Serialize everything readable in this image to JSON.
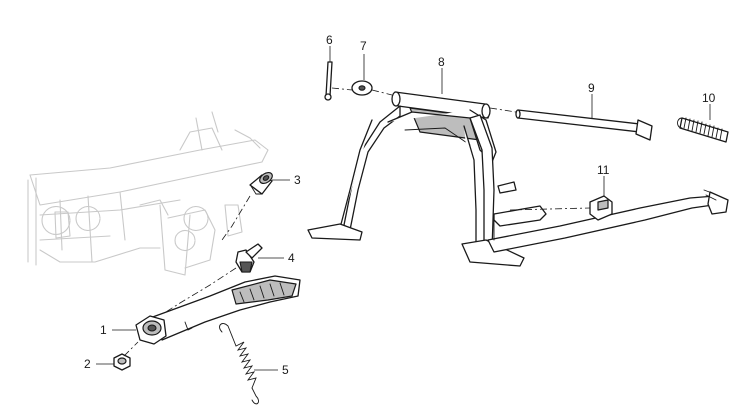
{
  "callouts": [
    {
      "id": "1",
      "label": "1"
    },
    {
      "id": "2",
      "label": "2"
    },
    {
      "id": "3",
      "label": "3"
    },
    {
      "id": "4",
      "label": "4"
    },
    {
      "id": "5",
      "label": "5"
    },
    {
      "id": "6",
      "label": "6"
    },
    {
      "id": "7",
      "label": "7"
    },
    {
      "id": "8",
      "label": "8"
    },
    {
      "id": "9",
      "label": "9"
    },
    {
      "id": "10",
      "label": "10"
    },
    {
      "id": "11",
      "label": "11"
    }
  ],
  "colors": {
    "line": "#1a1a1a",
    "ghost_frame": "#c9c9c9",
    "shade": "#bdbdbd",
    "dark_shade": "#555555"
  }
}
